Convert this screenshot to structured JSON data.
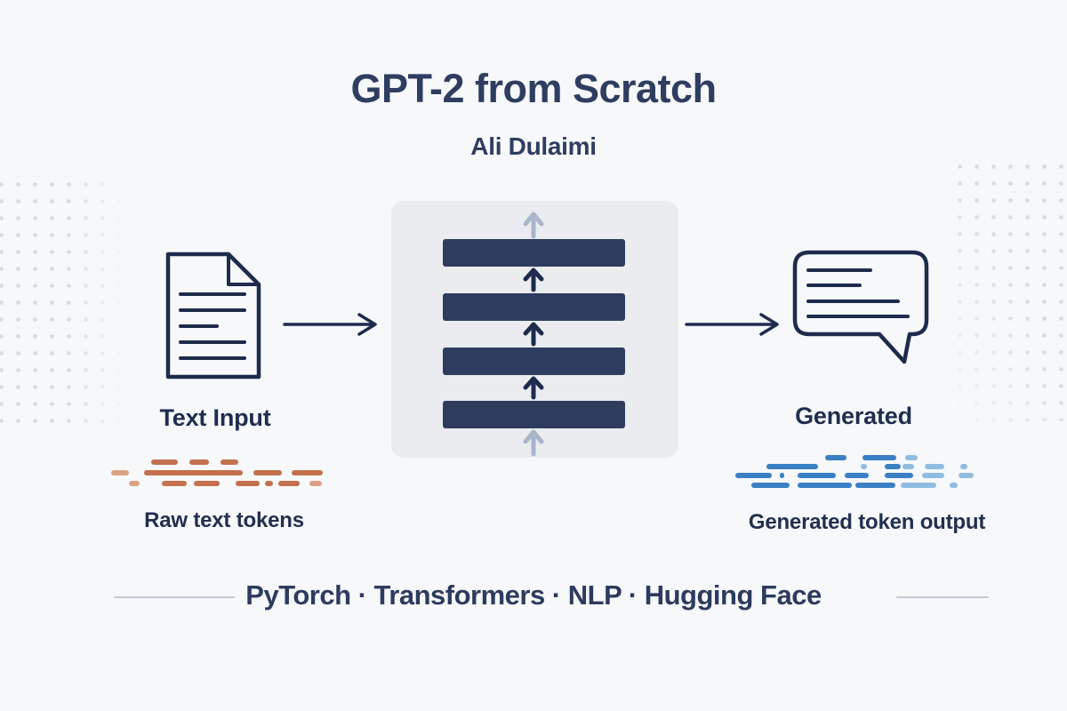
{
  "header": {
    "title": "GPT-2 from Scratch",
    "author": "Ali Dulaimi"
  },
  "flow": {
    "input": {
      "icon": "document-icon",
      "label": "Text Input",
      "caption": "Raw text tokens"
    },
    "model": {
      "icon": "transformer-stack-icon",
      "layers": 4
    },
    "output": {
      "icon": "speech-bubble-icon",
      "label": "Generated",
      "caption": "Generated token output"
    }
  },
  "footer": {
    "tech_list": "PyTorch · Transformers · NLP · Hugging Face"
  },
  "colors": {
    "background": "#f7f8fa",
    "ink": "#1d2b4d",
    "navy": "#2e3d5f",
    "title_navy": "#2e3d60",
    "box_bg": "#ebecf0",
    "arrow_light": "#a9b5c9",
    "token_orange": "#c2704e",
    "token_orange_light": "#d9a284",
    "token_blue": "#3a80c4",
    "token_blue_light": "#8fbce0",
    "dots": "#d7dae5",
    "divider": "#c2c8d6"
  },
  "token_visuals": {
    "input": {
      "rows": [
        {
          "y": 5,
          "dashes": [
            [
              45,
              30,
              "token_orange"
            ],
            [
              88,
              22,
              "token_orange"
            ],
            [
              123,
              20,
              "token_orange"
            ]
          ]
        },
        {
          "y": 17,
          "dashes": [
            [
              0,
              20,
              "token_orange_light"
            ],
            [
              37,
              111,
              "token_orange"
            ],
            [
              160,
              32,
              "token_orange"
            ],
            [
              203,
              35,
              "token_orange"
            ]
          ]
        },
        {
          "y": 29,
          "dashes": [
            [
              20,
              12,
              "token_orange_light"
            ],
            [
              57,
              28,
              "token_orange"
            ],
            [
              93,
              29,
              "token_orange"
            ],
            [
              140,
              27,
              "token_orange"
            ],
            [
              173,
              9,
              "token_orange"
            ],
            [
              188,
              24,
              "token_orange"
            ],
            [
              223,
              14,
              "token_orange_light"
            ]
          ]
        }
      ]
    },
    "output": {
      "rows": [
        {
          "y": 6,
          "dashes": [
            [
              102,
              24,
              "token_blue"
            ],
            [
              144,
              38,
              "token_blue"
            ],
            [
              192,
              14,
              "token_blue_light"
            ]
          ]
        },
        {
          "y": 16,
          "dashes": [
            [
              36,
              58,
              "token_blue"
            ],
            [
              142,
              7,
              "token_blue_light"
            ],
            [
              169,
              18,
              "token_blue"
            ],
            [
              189,
              13,
              "token_blue_light"
            ],
            [
              214,
              22,
              "token_blue_light"
            ],
            [
              254,
              8,
              "token_blue_light"
            ]
          ]
        },
        {
          "y": 26,
          "dashes": [
            [
              1,
              41,
              "token_blue"
            ],
            [
              51,
              5,
              "token_blue"
            ],
            [
              71,
              43,
              "token_blue"
            ],
            [
              124,
              27,
              "token_blue"
            ],
            [
              169,
              32,
              "token_blue"
            ],
            [
              211,
              25,
              "token_blue_light"
            ],
            [
              252,
              17,
              "token_blue_light"
            ]
          ]
        },
        {
          "y": 37,
          "dashes": [
            [
              19,
              43,
              "token_blue"
            ],
            [
              71,
              61,
              "token_blue"
            ],
            [
              136,
              45,
              "token_blue"
            ],
            [
              187,
              40,
              "token_blue_light"
            ],
            [
              242,
              9,
              "token_blue_light"
            ]
          ]
        }
      ]
    }
  }
}
